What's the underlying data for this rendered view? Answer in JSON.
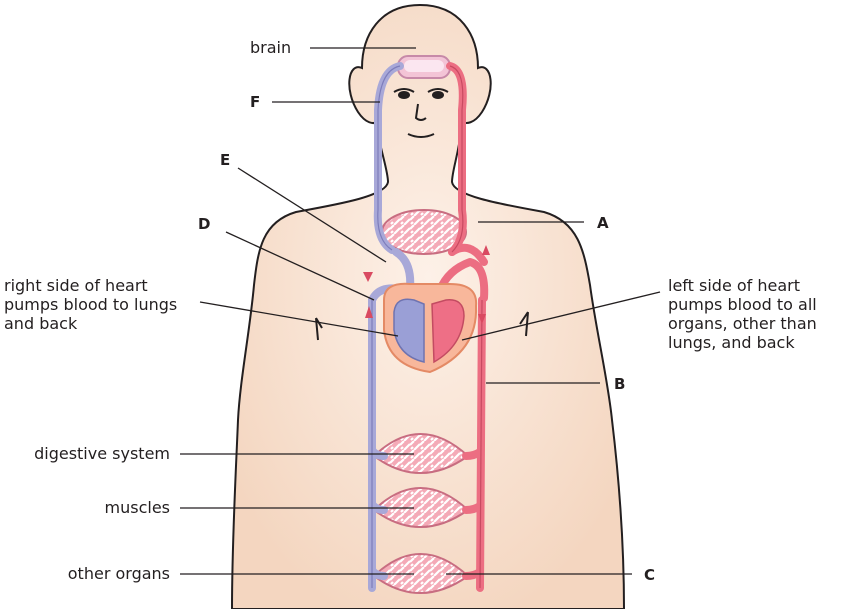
{
  "labels": {
    "brain": "brain",
    "f": "F",
    "e": "E",
    "d": "D",
    "a": "A",
    "b": "B",
    "c": "C",
    "right_heart": "right side of heart pumps blood to lungs and back",
    "left_heart": "left side of heart pumps blood to all organs, other than lungs, and back",
    "digestive": "digestive system",
    "muscles": "muscles",
    "other_organs": "other organs"
  },
  "colors": {
    "skin": "#f7e0cf",
    "outline": "#231f20",
    "artery": "#ec6e82",
    "vein": "#a8a8d8",
    "heart_shell": "#f6a27e",
    "capillary_bed": "#f3a9b6"
  }
}
